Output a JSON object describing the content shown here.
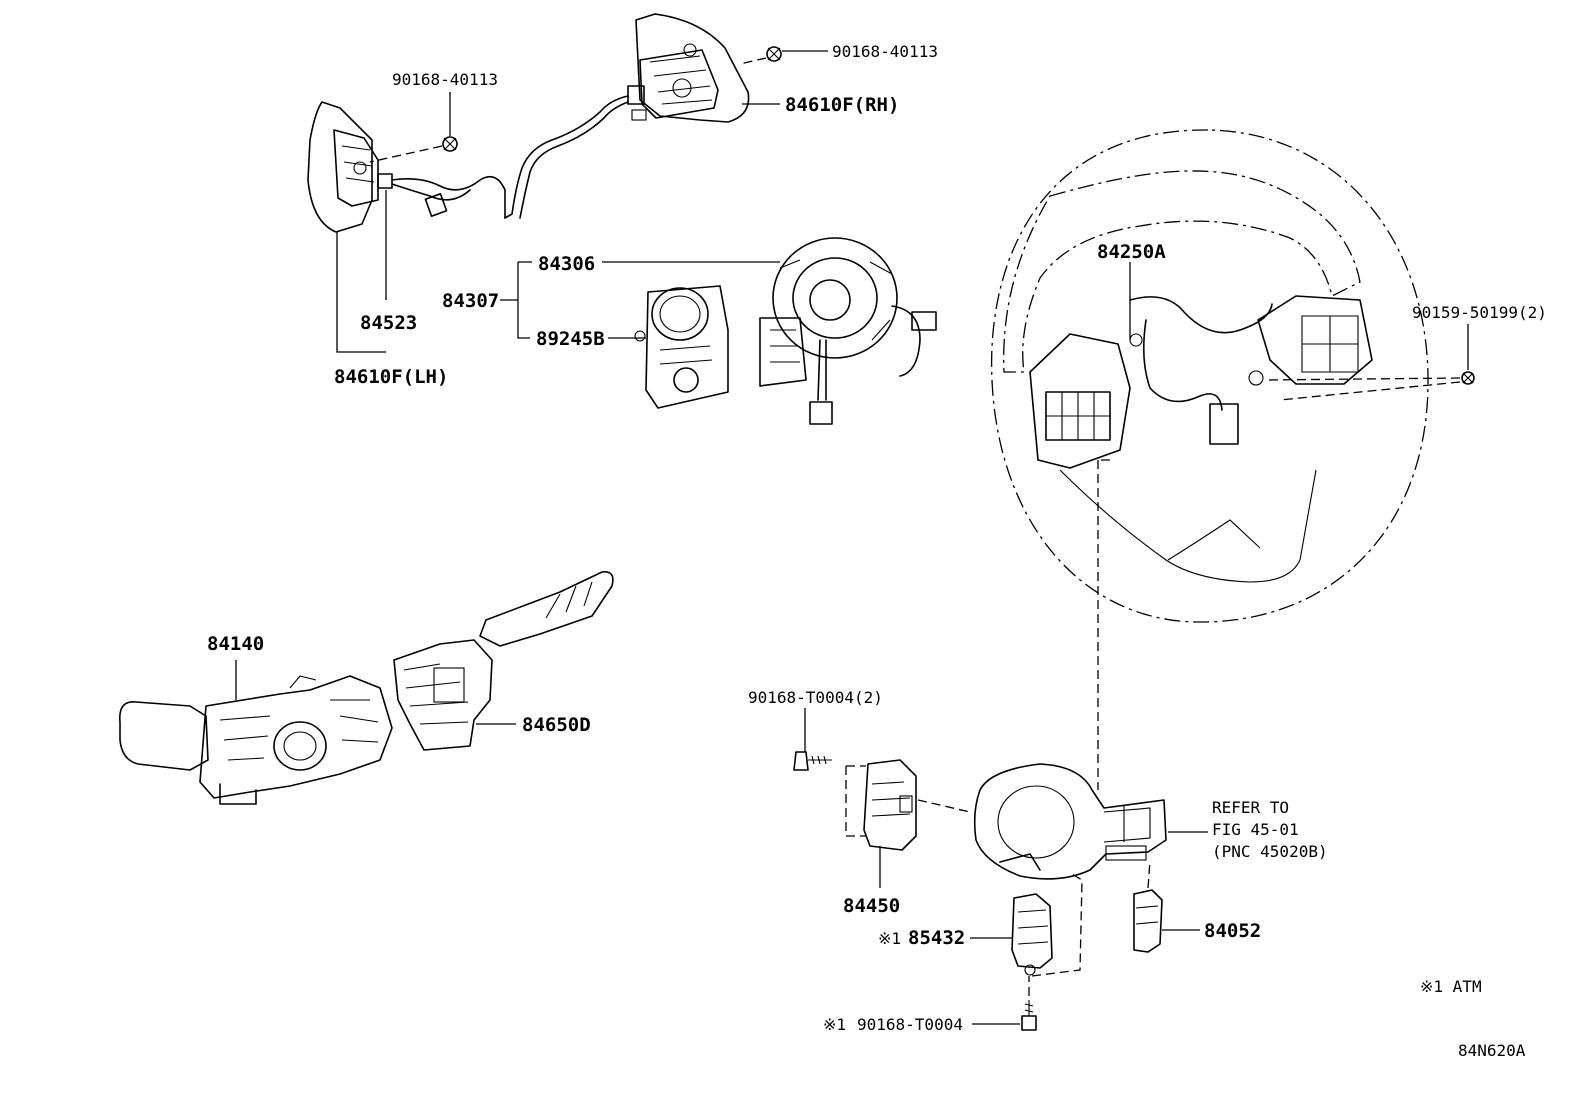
{
  "diagram_id": "84N620A",
  "footnote": "※1 ATM",
  "labels": {
    "bolt_top_right": "90168-40113",
    "bolt_top_left": "90168-40113",
    "switch_rh": "84610F(RH)",
    "switch_lh": "84610F(LH)",
    "wire_84523": "84523",
    "spiral_84306": "84306",
    "spiral_84307": "84307",
    "sensor_89245b": "89245B",
    "wheel_84250a": "84250A",
    "bolt_wheel": "90159-50199(2)",
    "combo_84140": "84140",
    "wiper_84650d": "84650D",
    "bolt_84450": "90168-T0004(2)",
    "part_84450": "84450",
    "refer_line1": "REFER TO",
    "refer_line2": "FIG 45-01",
    "refer_line3": "(PNC 45020B)",
    "part_85432": "85432",
    "part_84052": "84052",
    "bolt_bottom": "90168-T0004",
    "atm_mark": "※1"
  }
}
